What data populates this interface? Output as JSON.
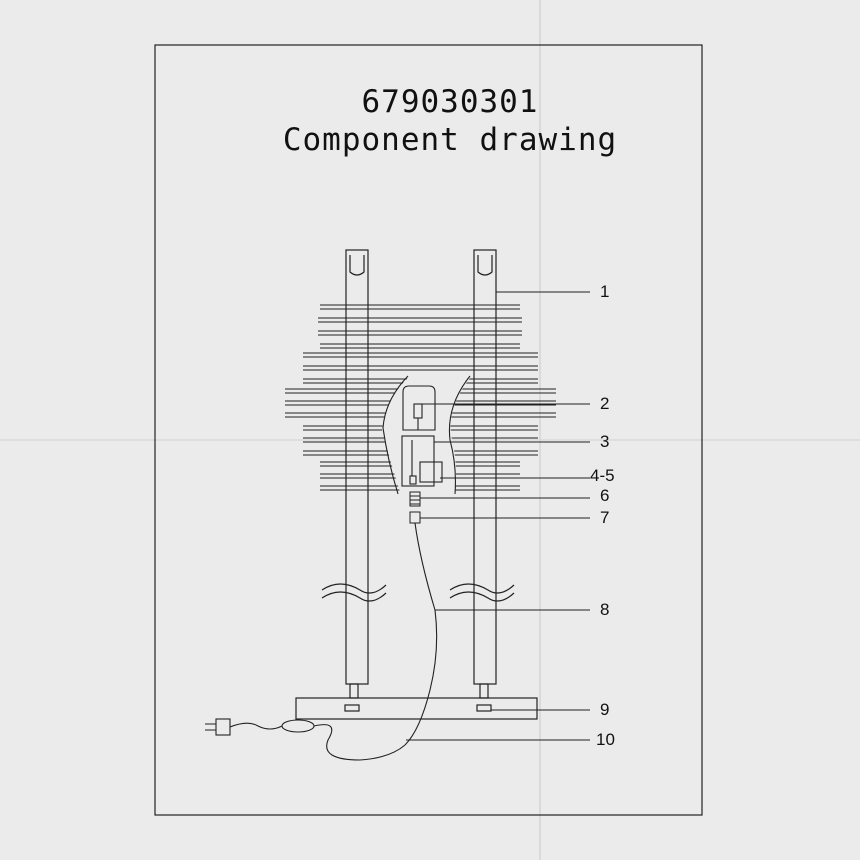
{
  "header": {
    "part_number": "679030301",
    "subtitle": "Component drawing"
  },
  "callouts": [
    {
      "id": "c1",
      "label": "1"
    },
    {
      "id": "c2",
      "label": "2"
    },
    {
      "id": "c3",
      "label": "3"
    },
    {
      "id": "c45",
      "label": "4-5"
    },
    {
      "id": "c6",
      "label": "6"
    },
    {
      "id": "c7",
      "label": "7"
    },
    {
      "id": "c8",
      "label": "8"
    },
    {
      "id": "c9",
      "label": "9"
    },
    {
      "id": "c10",
      "label": "10"
    }
  ],
  "colors": {
    "paper": "#ebebeb",
    "line": "#222222",
    "fold": "#c9c9c9"
  }
}
